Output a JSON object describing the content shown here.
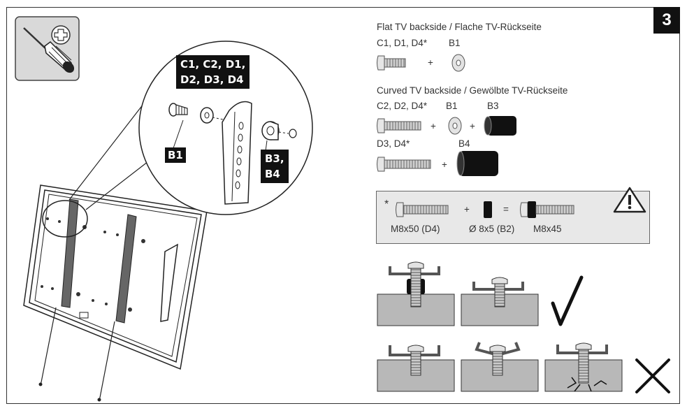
{
  "step_number": "3",
  "callouts": {
    "screws_label": [
      "C1, C2, D1,",
      "D2, D3, D4"
    ],
    "washer_label": "B1",
    "spacer_label": [
      "B3,",
      "B4"
    ]
  },
  "flat": {
    "title": "Flat TV backside / Flache TV-Rückseite",
    "screw_label": "C1, D1, D4*",
    "washer_label": "B1",
    "plus": "+"
  },
  "curved": {
    "title": "Curved TV backside / Gewölbte TV-Rückseite",
    "row1_screw_label": "C2, D2, D4*",
    "row1_washer_label": "B1",
    "row1_spacer_label": "B3",
    "row2_screw_label": "D3, D4*",
    "row2_spacer_label": "B4",
    "plus": "+"
  },
  "note": {
    "asterisk": "*",
    "screw_label": "M8x50 (D4)",
    "spacer_label": "Ø 8x5 (B2)",
    "result_label": "M8x45",
    "plus": "+",
    "equals": "=",
    "icon": "warning-triangle-icon"
  },
  "icons": {
    "tool": "screwdriver-icon",
    "phillips": "phillips-head-icon",
    "correct": "checkmark-icon",
    "incorrect": "x-mark-icon"
  },
  "colors": {
    "black_label": "#111111",
    "note_background": "#e8e8e8",
    "wall_gray": "#b8b8b8"
  }
}
